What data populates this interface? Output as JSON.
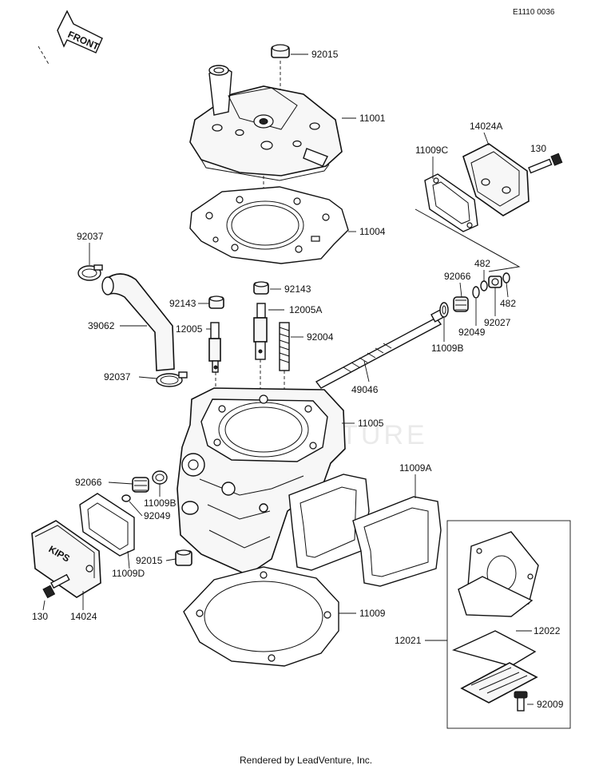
{
  "header": {
    "code": "E1110 0036"
  },
  "front_marker": {
    "label": "FRONT"
  },
  "watermark": {
    "text": "ADVENTURE"
  },
  "callouts": {
    "p92015_top": "92015",
    "p11001": "11001",
    "p14024A": "14024A",
    "p130_top": "130",
    "p11009C": "11009C",
    "p11004": "11004",
    "p92037_top": "92037",
    "p482_top": "482",
    "p92066_top": "92066",
    "p482_right": "482",
    "p92143_mid": "92143",
    "p92143_left": "92143",
    "p12005A": "12005A",
    "p92027": "92027",
    "p92049_top": "92049",
    "p39062": "39062",
    "p12005": "12005",
    "p92004": "92004",
    "p11009B_top": "11009B",
    "p92037_low": "92037",
    "p49046": "49046",
    "p11005": "11005",
    "p11009A": "11009A",
    "p92066_low": "92066",
    "p11009B_low": "11009B",
    "p92049_low": "92049",
    "p92015_low": "92015",
    "p11009D": "11009D",
    "p130_low": "130",
    "p14024": "14024",
    "p11009": "11009",
    "p12021": "12021",
    "p12022": "12022",
    "p92009": "92009"
  },
  "kips_cover": {
    "text": "KIPS"
  },
  "footer": {
    "credit": "Rendered by LeadVenture, Inc."
  }
}
